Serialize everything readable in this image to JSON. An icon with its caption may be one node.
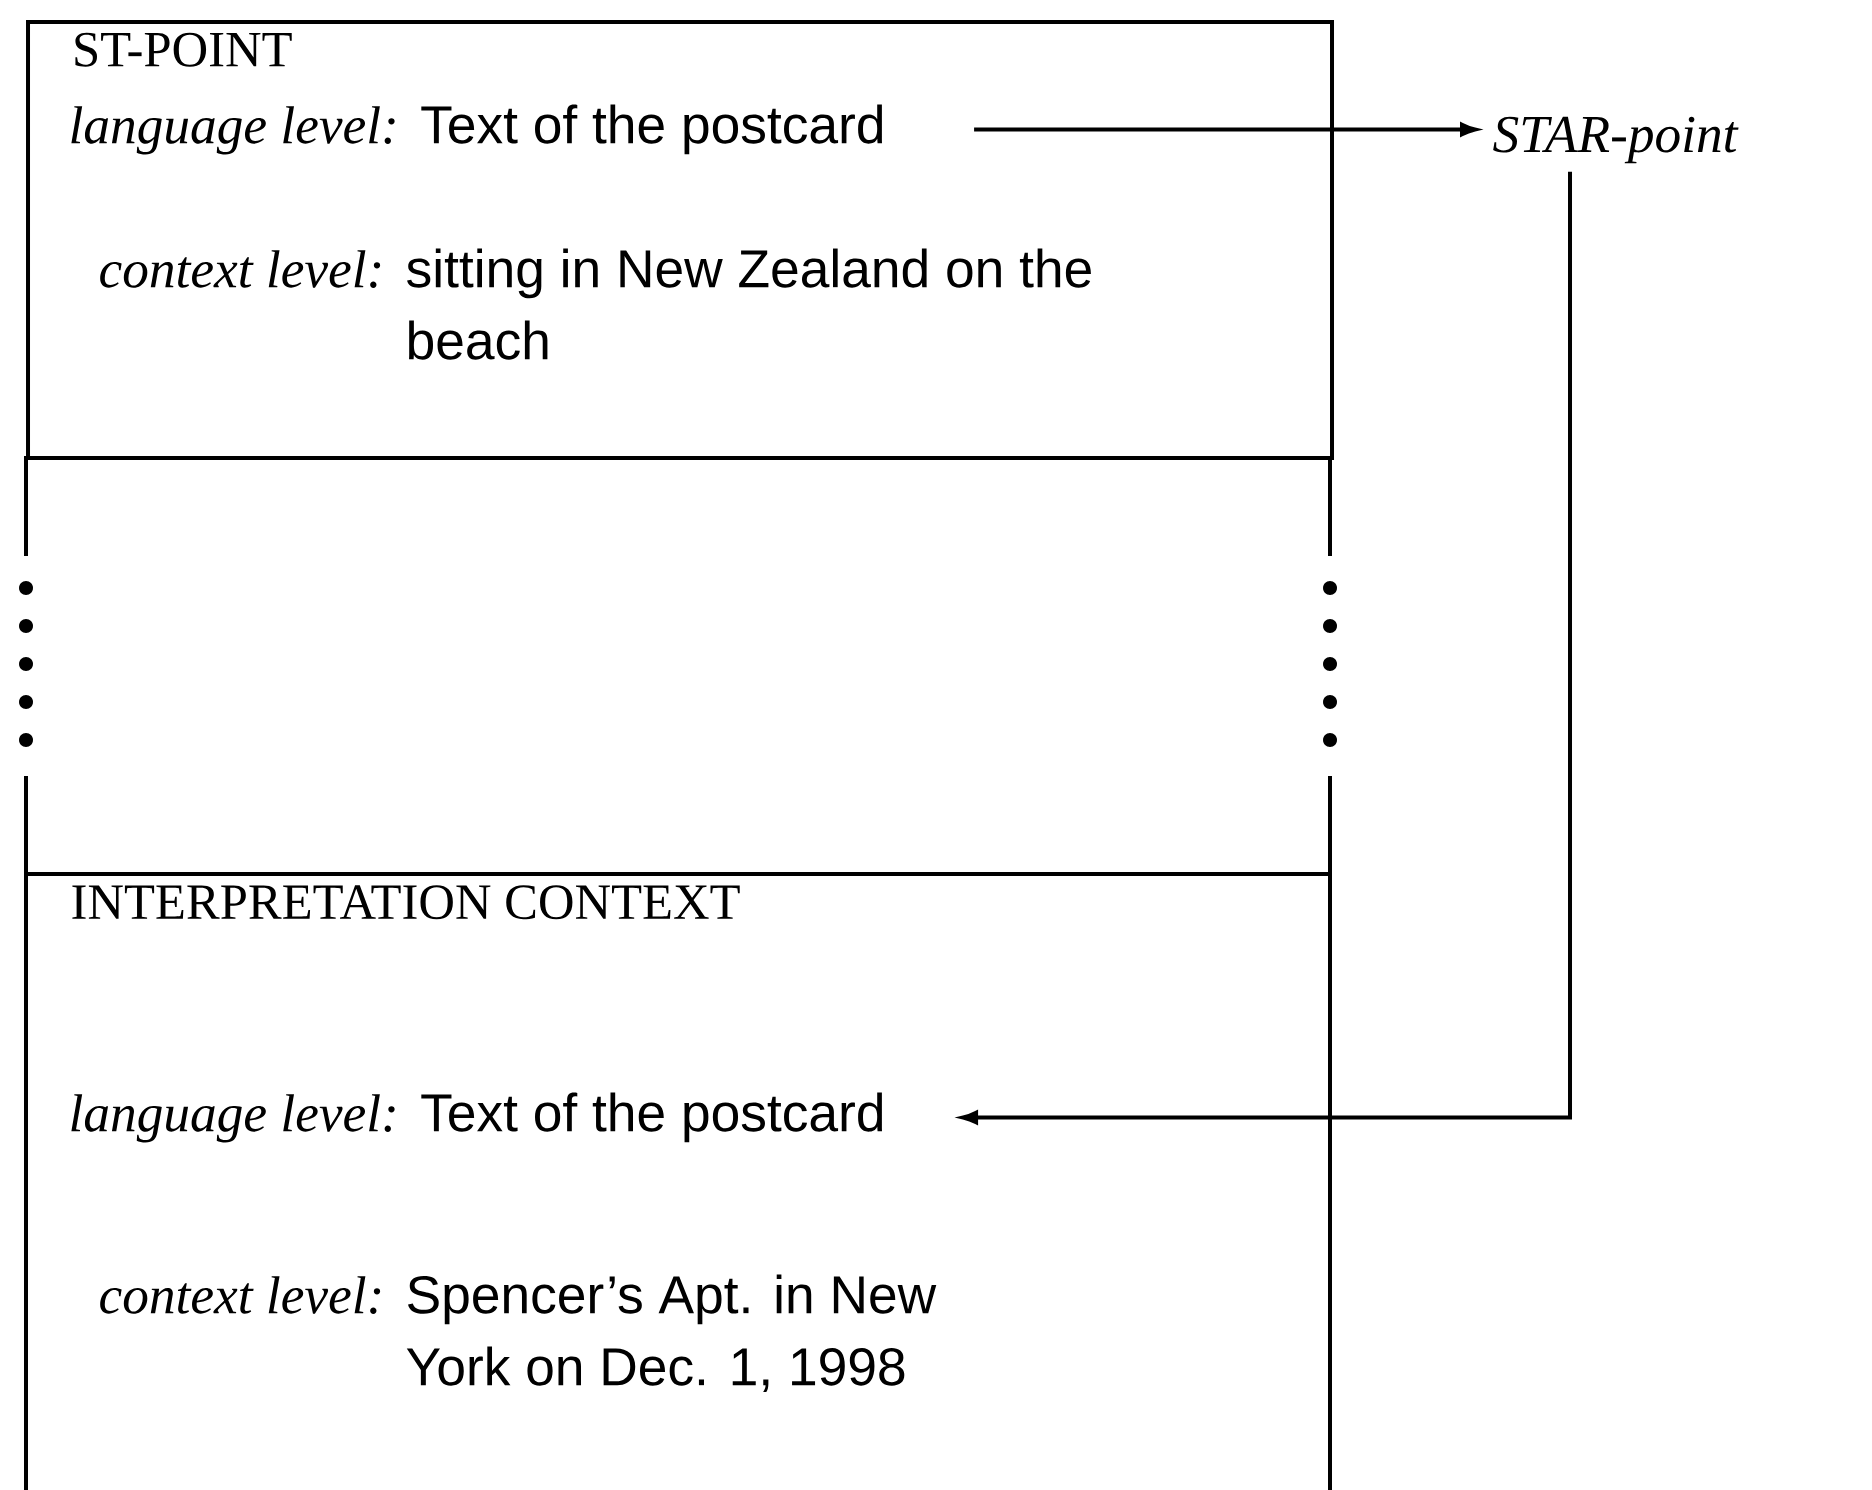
{
  "diagram": {
    "nodes": [
      {
        "text": [
          "ST-POINT"
        ]
      },
      {
        "text": [
          "language level:",
          "Text of the postcard"
        ],
        "in": 0
      },
      {
        "text": [
          "context level:",
          "sitting in New Zealand on the beach"
        ],
        "in": 0
      },
      {
        "text": [
          "STAR-point"
        ]
      },
      {
        "text": [
          "INTERPRETATION CONTEXT"
        ]
      },
      {
        "text": [
          "language level:",
          "Text of the postcard"
        ],
        "in": 4
      },
      {
        "text": [
          "context level:",
          "Spencer’s Apt. in New York on Dec. 1, 1998"
        ],
        "in": 4
      }
    ],
    "edges": [
      {
        "from": 1,
        "to": 3,
        "arrow": "to"
      },
      {
        "from": 3,
        "to": 5,
        "arrow": "to"
      }
    ]
  }
}
